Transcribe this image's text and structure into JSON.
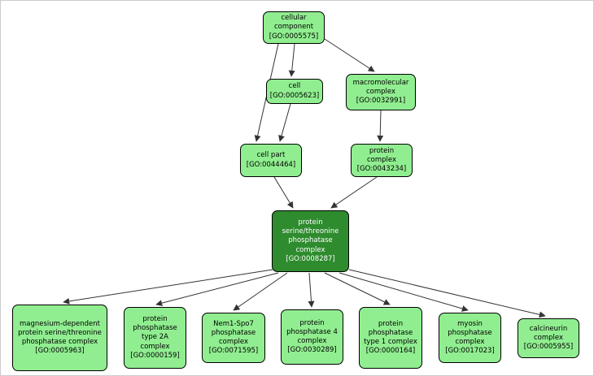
{
  "diagram": {
    "type": "gene-ontology-graph",
    "background_color": "#ffffff",
    "node_fill_color": "#90ee90",
    "highlight_node_fill_color": "#2e8b2e",
    "node_border_color": "#000000",
    "edge_color": "#333333"
  },
  "nodes": [
    {
      "key": "cellular-component",
      "name": "cellular component",
      "go_id": "[GO:0005575]",
      "highlight": false
    },
    {
      "key": "cell",
      "name": "cell",
      "go_id": "[GO:0005623]",
      "highlight": false
    },
    {
      "key": "macromolecular-complex",
      "name": "macromolecular complex",
      "go_id": "[GO:0032991]",
      "highlight": false
    },
    {
      "key": "cell-part",
      "name": "cell part",
      "go_id": "[GO:0044464]",
      "highlight": false
    },
    {
      "key": "protein-complex",
      "name": "protein complex",
      "go_id": "[GO:0043234]",
      "highlight": false
    },
    {
      "key": "protein-serine-threonine-phosphatase-complex",
      "name": "protein serine/threonine phosphatase complex",
      "go_id": "[GO:0008287]",
      "highlight": true
    },
    {
      "key": "magnesium-dependent-protein-serine-threonine-phosphatase-complex",
      "name": "magnesium-dependent protein serine/threonine phosphatase complex",
      "go_id": "[GO:0005963]",
      "highlight": false
    },
    {
      "key": "protein-phosphatase-type-2a-complex",
      "name": "protein phosphatase type 2A complex",
      "go_id": "[GO:0000159]",
      "highlight": false
    },
    {
      "key": "nem1-spo7-phosphatase-complex",
      "name": "Nem1-Spo7 phosphatase complex",
      "go_id": "[GO:0071595]",
      "highlight": false
    },
    {
      "key": "protein-phosphatase-4-complex",
      "name": "protein phosphatase 4 complex",
      "go_id": "[GO:0030289]",
      "highlight": false
    },
    {
      "key": "protein-phosphatase-type-1-complex",
      "name": "protein phosphatase type 1 complex",
      "go_id": "[GO:0000164]",
      "highlight": false
    },
    {
      "key": "myosin-phosphatase-complex",
      "name": "myosin phosphatase complex",
      "go_id": "[GO:0017023]",
      "highlight": false
    },
    {
      "key": "calcineurin-complex",
      "name": "calcineurin complex",
      "go_id": "[GO:0005955]",
      "highlight": false
    }
  ],
  "edges": [
    {
      "source": "cellular component [GO:0005575]",
      "target": "cell part [GO:0044464]"
    },
    {
      "source": "cellular component [GO:0005575]",
      "target": "cell [GO:0005623]"
    },
    {
      "source": "cellular component [GO:0005575]",
      "target": "macromolecular complex [GO:0032991]"
    },
    {
      "source": "cell [GO:0005623]",
      "target": "cell part [GO:0044464]"
    },
    {
      "source": "macromolecular complex [GO:0032991]",
      "target": "protein complex [GO:0043234]"
    },
    {
      "source": "cell part [GO:0044464]",
      "target": "protein serine/threonine phosphatase complex [GO:0008287]"
    },
    {
      "source": "protein complex [GO:0043234]",
      "target": "protein serine/threonine phosphatase complex [GO:0008287]"
    },
    {
      "source": "protein serine/threonine phosphatase complex [GO:0008287]",
      "target": "magnesium-dependent protein serine/threonine phosphatase complex [GO:0005963]"
    },
    {
      "source": "protein serine/threonine phosphatase complex [GO:0008287]",
      "target": "protein phosphatase type 2A complex [GO:0000159]"
    },
    {
      "source": "protein serine/threonine phosphatase complex [GO:0008287]",
      "target": "Nem1-Spo7 phosphatase complex [GO:0071595]"
    },
    {
      "source": "protein serine/threonine phosphatase complex [GO:0008287]",
      "target": "protein phosphatase 4 complex [GO:0030289]"
    },
    {
      "source": "protein serine/threonine phosphatase complex [GO:0008287]",
      "target": "protein phosphatase type 1 complex [GO:0000164]"
    },
    {
      "source": "protein serine/threonine phosphatase complex [GO:0008287]",
      "target": "myosin phosphatase complex [GO:0017023]"
    },
    {
      "source": "protein serine/threonine phosphatase complex [GO:0008287]",
      "target": "calcineurin complex [GO:0005955]"
    }
  ]
}
